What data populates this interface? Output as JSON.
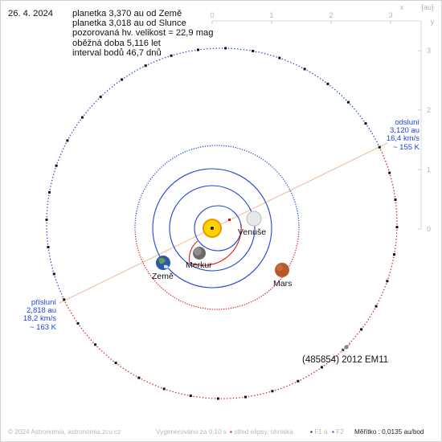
{
  "header": {
    "date": "26. 4. 2024",
    "info_lines": [
      "planetka 3,370 au od Země",
      "planetka 3,018 au od Slunce",
      "pozorovaná hv. velikost = 22,9 mag",
      "oběžná doba 5,116 let",
      "interval bodů 46,7 dnů"
    ]
  },
  "axes": {
    "x_label": "x",
    "unit_label": "[au]",
    "y_label": "y",
    "x_ticks": [
      "0",
      "1",
      "2",
      "3"
    ],
    "y_ticks": [
      "3",
      "2",
      "1",
      "0"
    ]
  },
  "aphelion": {
    "label": "odsluní",
    "distance": "3,120 au",
    "speed": "16,4 km/s",
    "temperature": "~ 155 K"
  },
  "perihelion": {
    "label": "přísluní",
    "distance": "2,818 au",
    "speed": "18,2 km/s",
    "temperature": "~ 163 K"
  },
  "planets": {
    "earth": "Země",
    "mercury": "Merkur",
    "venus": "Venuše",
    "mars": "Mars"
  },
  "asteroid": {
    "name": "(485854) 2012 EM11"
  },
  "footer": {
    "copyright": "© 2024 Astronomia, astronomia.zcu.cz",
    "generated": "Vygenerováno za 0,10 s",
    "legend_center": "střed elipsy, ohniska",
    "legend_f1": "F1 a",
    "legend_f2": "F2",
    "scale": "Měřítko : 0,0135 au/bod"
  },
  "colors": {
    "orbit_above": "#1e46d6",
    "orbit_below": "#e01818",
    "apsis_line": "#f3b89a",
    "axis": "#d8d8d8"
  }
}
